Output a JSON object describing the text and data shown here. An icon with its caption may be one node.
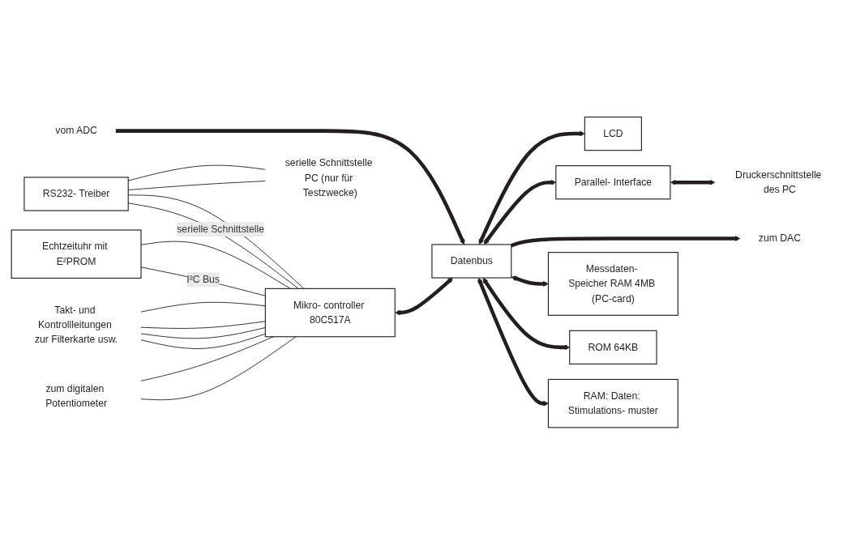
{
  "diagram": {
    "nodes": [
      {
        "text": [
          "Echtzeituhr mit E²PROM"
        ]
      },
      {
        "text": [
          "RS232- Treiber"
        ]
      },
      {
        "text": [
          "serielle Schnittstelle PC (nur für Testzwecke)"
        ]
      },
      {
        "text": [
          "zum digitalen Potentiometer"
        ]
      },
      {
        "text": [
          "Takt- und Kontrollleitungen zur Filterkarte usw."
        ]
      },
      {
        "text": [
          "Mikro- controller 80C517A"
        ]
      },
      {
        "text": [
          "Datenbus"
        ]
      },
      {
        "text": [
          "RAM: Daten: Stimulations- muster"
        ]
      },
      {
        "text": [
          "ROM 64KB"
        ]
      },
      {
        "text": [
          "Messdaten- Speicher RAM 4MB (PC-card)"
        ]
      },
      {
        "text": [
          "zum DAC"
        ]
      },
      {
        "text": [
          "vom ADC"
        ]
      },
      {
        "text": [
          "Parallel- Interface"
        ]
      },
      {
        "text": [
          "LCD"
        ]
      },
      {
        "text": [
          "Druckerschnittstelle des PC"
        ]
      }
    ],
    "edges": [
      {
        "from": 3,
        "to": 5,
        "arrow": "none"
      },
      {
        "from": 3,
        "to": 5,
        "arrow": "none"
      },
      {
        "from": 4,
        "to": 5,
        "arrow": "none"
      },
      {
        "from": 4,
        "to": 5,
        "arrow": "none"
      },
      {
        "from": 4,
        "to": 5,
        "arrow": "none"
      },
      {
        "from": 4,
        "to": 5,
        "arrow": "none"
      },
      {
        "from": 0,
        "to": 5,
        "arrow": "none",
        "label": "I²C Bus"
      },
      {
        "from": 0,
        "to": 5,
        "arrow": "none"
      },
      {
        "from": 1,
        "to": 5,
        "arrow": "none",
        "label": "serielle Schnittstelle"
      },
      {
        "from": 1,
        "to": 5,
        "arrow": "none"
      },
      {
        "from": 1,
        "to": 2,
        "arrow": "none"
      },
      {
        "from": 1,
        "to": 2,
        "arrow": "none"
      },
      {
        "from": 5,
        "to": 6,
        "arrow": "both",
        "style": "thick"
      },
      {
        "from": 6,
        "to": 7,
        "arrow": "both",
        "style": "thick"
      },
      {
        "from": 6,
        "to": 8,
        "arrow": "both",
        "style": "thick"
      },
      {
        "from": 6,
        "to": 9,
        "arrow": "both",
        "style": "thick"
      },
      {
        "from": 6,
        "to": 10,
        "arrow": "to",
        "style": "thick"
      },
      {
        "from": 11,
        "to": 6,
        "arrow": "to",
        "style": "thick"
      },
      {
        "from": 6,
        "to": 12,
        "arrow": "both",
        "style": "thick"
      },
      {
        "from": 12,
        "to": 14,
        "arrow": "both",
        "style": "thick"
      },
      {
        "from": 6,
        "to": 13,
        "arrow": "both",
        "style": "thick"
      }
    ]
  }
}
